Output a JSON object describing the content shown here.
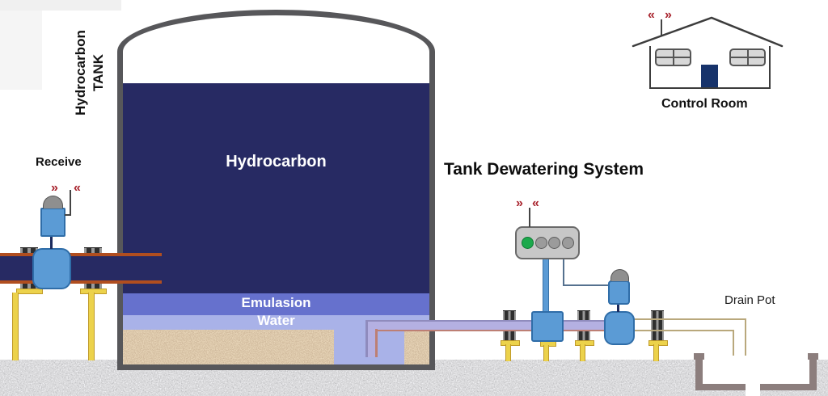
{
  "title": "Tank Dewatering System",
  "tank": {
    "side_label_line1": "Hydrocarbon",
    "side_label_line2": "TANK",
    "hydrocarbon_label": "Hydrocarbon",
    "emulsion_label": "Emulasion",
    "water_label": "Water"
  },
  "receive": {
    "label": "Receive"
  },
  "drain_pot": {
    "label": "Drain Pot"
  },
  "control_room": {
    "label": "Control Room"
  },
  "signals": {
    "right_glyph": "»",
    "left_glyph": "«"
  },
  "panel": {
    "lights": [
      "#1ca94c",
      "#9b9b9b",
      "#9b9b9b",
      "#9b9b9b"
    ]
  },
  "colors": {
    "hydrocarbon_navy": "#272a63",
    "emulsion_blue": "#6671cd",
    "water_lavender": "#a9b2e8",
    "pipe_water_lavender": "#b4b0e2",
    "valve_blue": "#5b9bd5",
    "support_yellow": "#ecd24b",
    "pipe_orange": "#b14e1f",
    "signal_red": "#a8232d",
    "indicator_green": "#1ca94c",
    "tank_border_gray": "#57575a",
    "drain_line_tan": "#b9a87c",
    "pit_taupe": "#8c7e7d",
    "door_navy": "#17336b"
  }
}
